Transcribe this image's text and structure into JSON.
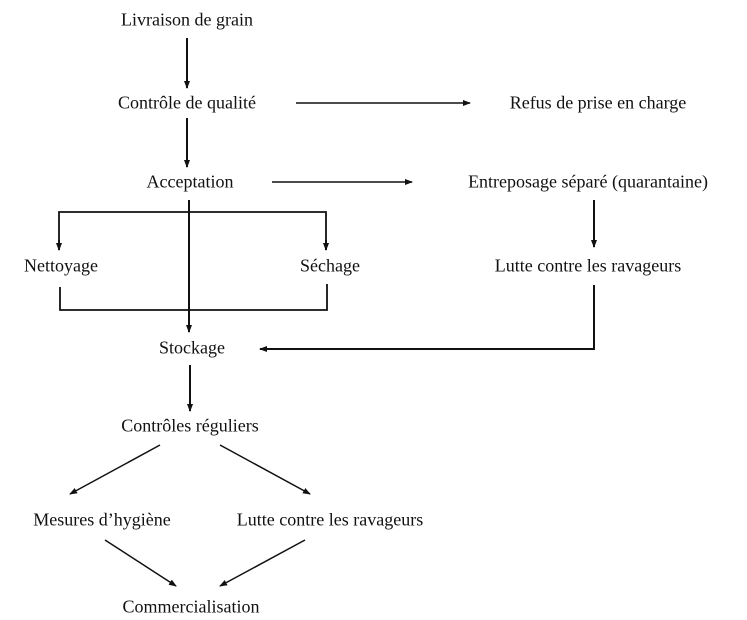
{
  "nodes": {
    "livraison": "Livraison de grain",
    "controle_qualite": "Contrôle de qualité",
    "refus": "Refus de prise en charge",
    "acceptation": "Acceptation",
    "entreposage": "Entreposage séparé (quarantaine)",
    "nettoyage": "Nettoyage",
    "sechage": "Séchage",
    "lutte_quarantaine": "Lutte contre les ravageurs",
    "stockage": "Stockage",
    "controles_reguliers": "Contrôles réguliers",
    "mesures_hygiene": "Mesures d’hygiène",
    "lutte_stockage": "Lutte contre les ravageurs",
    "commercialisation": "Commercialisation"
  }
}
